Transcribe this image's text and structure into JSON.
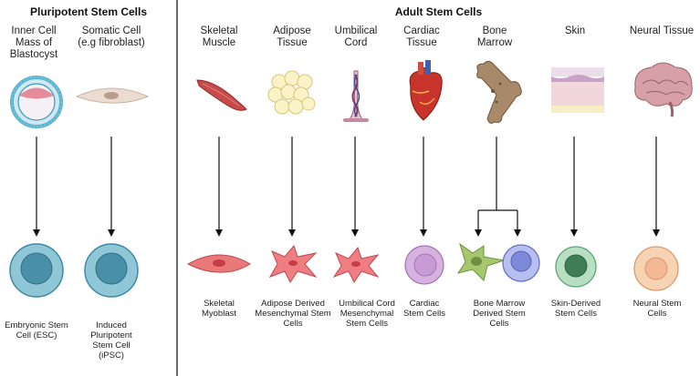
{
  "sections": {
    "pluripotent_title": "Pluripotent Stem Cells",
    "adult_title": "Adult Stem Cells"
  },
  "columns": [
    {
      "source": "Inner Cell Mass of Blastocyst",
      "result": "Embryonic Stem Cell (ESC)"
    },
    {
      "source": "Somatic Cell (e.g fibroblast)",
      "result": "Induced Pluripotent Stem Cell (iPSC)"
    },
    {
      "source": "Skeletal Muscle",
      "result": "Skeletal Myoblast"
    },
    {
      "source": "Adipose Tissue",
      "result": "Adipose Derived Mesenchymal Stem Cells"
    },
    {
      "source": "Umbilical Cord",
      "result": "Umbilical Cord Mesenchymal Stem Cells"
    },
    {
      "source": "Cardiac Tissue",
      "result": "Cardiac Stem Cells"
    },
    {
      "source": "Bone Marrow",
      "result": "Bone Marrow Derived Stem Cells"
    },
    {
      "source": "Skin",
      "result": "Skin-Derived Stem Cells"
    },
    {
      "source": "Neural Tissue",
      "result": "Neural Stem Cells"
    }
  ],
  "colors": {
    "esc_cell": "#8fc7d6",
    "esc_nucleus": "#4a8fa8",
    "myoblast": "#e8787a",
    "msc": "#ef7e82",
    "cardiac_cell": "#d7b2e0",
    "bm_green": "#a6c76e",
    "bm_blue": "#b6bff0",
    "skin_cell": "#b9dfc3",
    "neural_cell": "#f8d3b3",
    "divider": "#6d6d6d"
  }
}
